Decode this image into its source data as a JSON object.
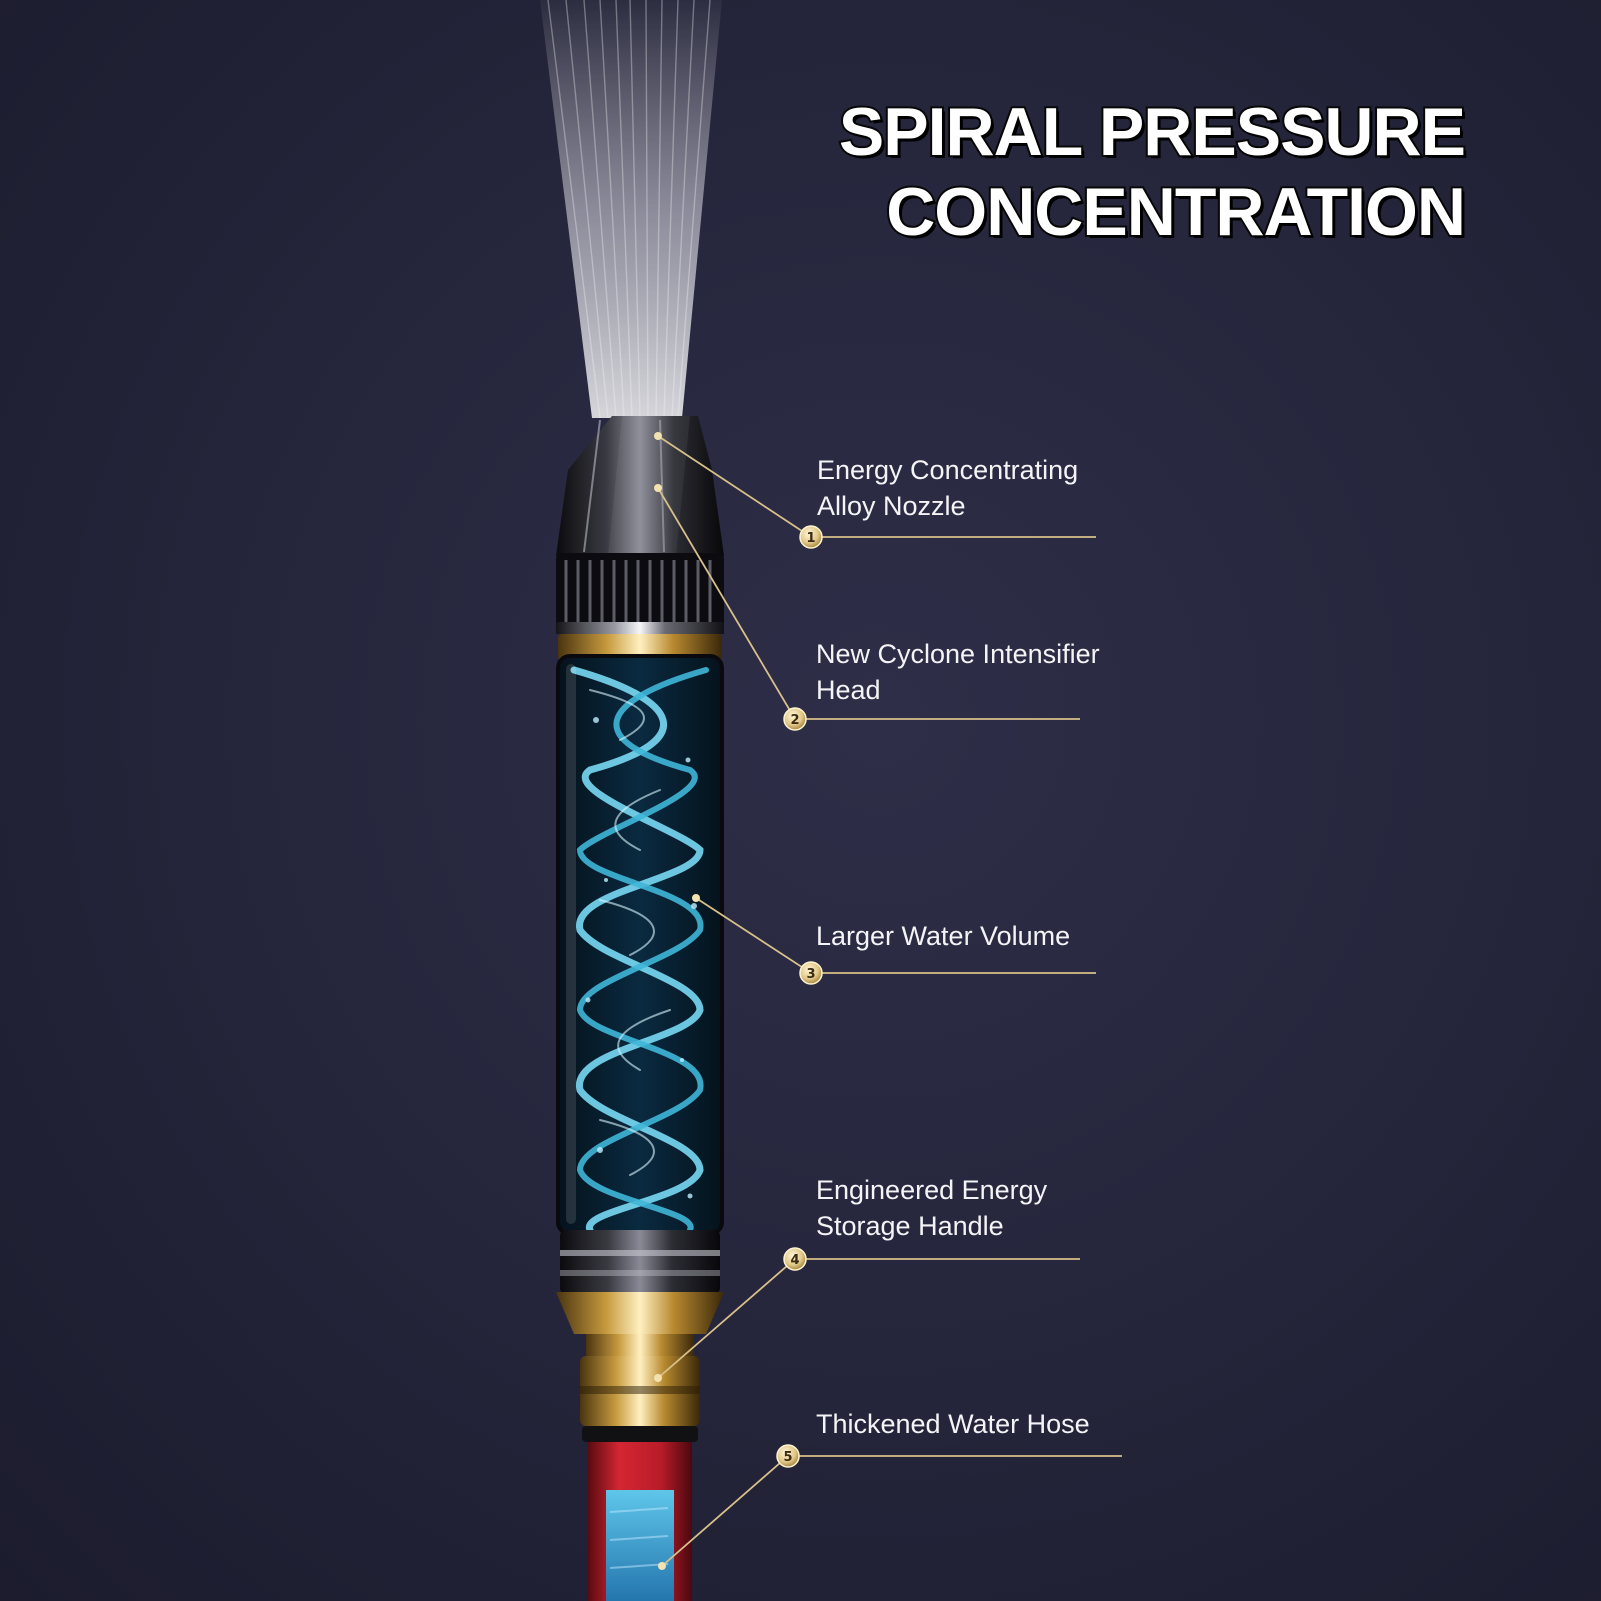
{
  "title": {
    "line1": "SPIRAL PRESSURE",
    "line2": "CONCENTRATION"
  },
  "callouts": [
    {
      "number": "1",
      "line1": "Energy Concentrating",
      "line2": "Alloy Nozzle"
    },
    {
      "number": "2",
      "line1": "New Cyclone Intensifier",
      "line2": "Head"
    },
    {
      "number": "3",
      "line1": "Larger Water Volume",
      "line2": ""
    },
    {
      "number": "4",
      "line1": "Engineered Energy",
      "line2": "Storage Handle"
    },
    {
      "number": "5",
      "line1": "Thickened Water Hose",
      "line2": ""
    }
  ],
  "colors": {
    "background": "#26263d",
    "leader_line": "#d8c08a",
    "badge": "#e8d39a",
    "hose": "#c21f2a",
    "water": "#3fb6d8"
  }
}
